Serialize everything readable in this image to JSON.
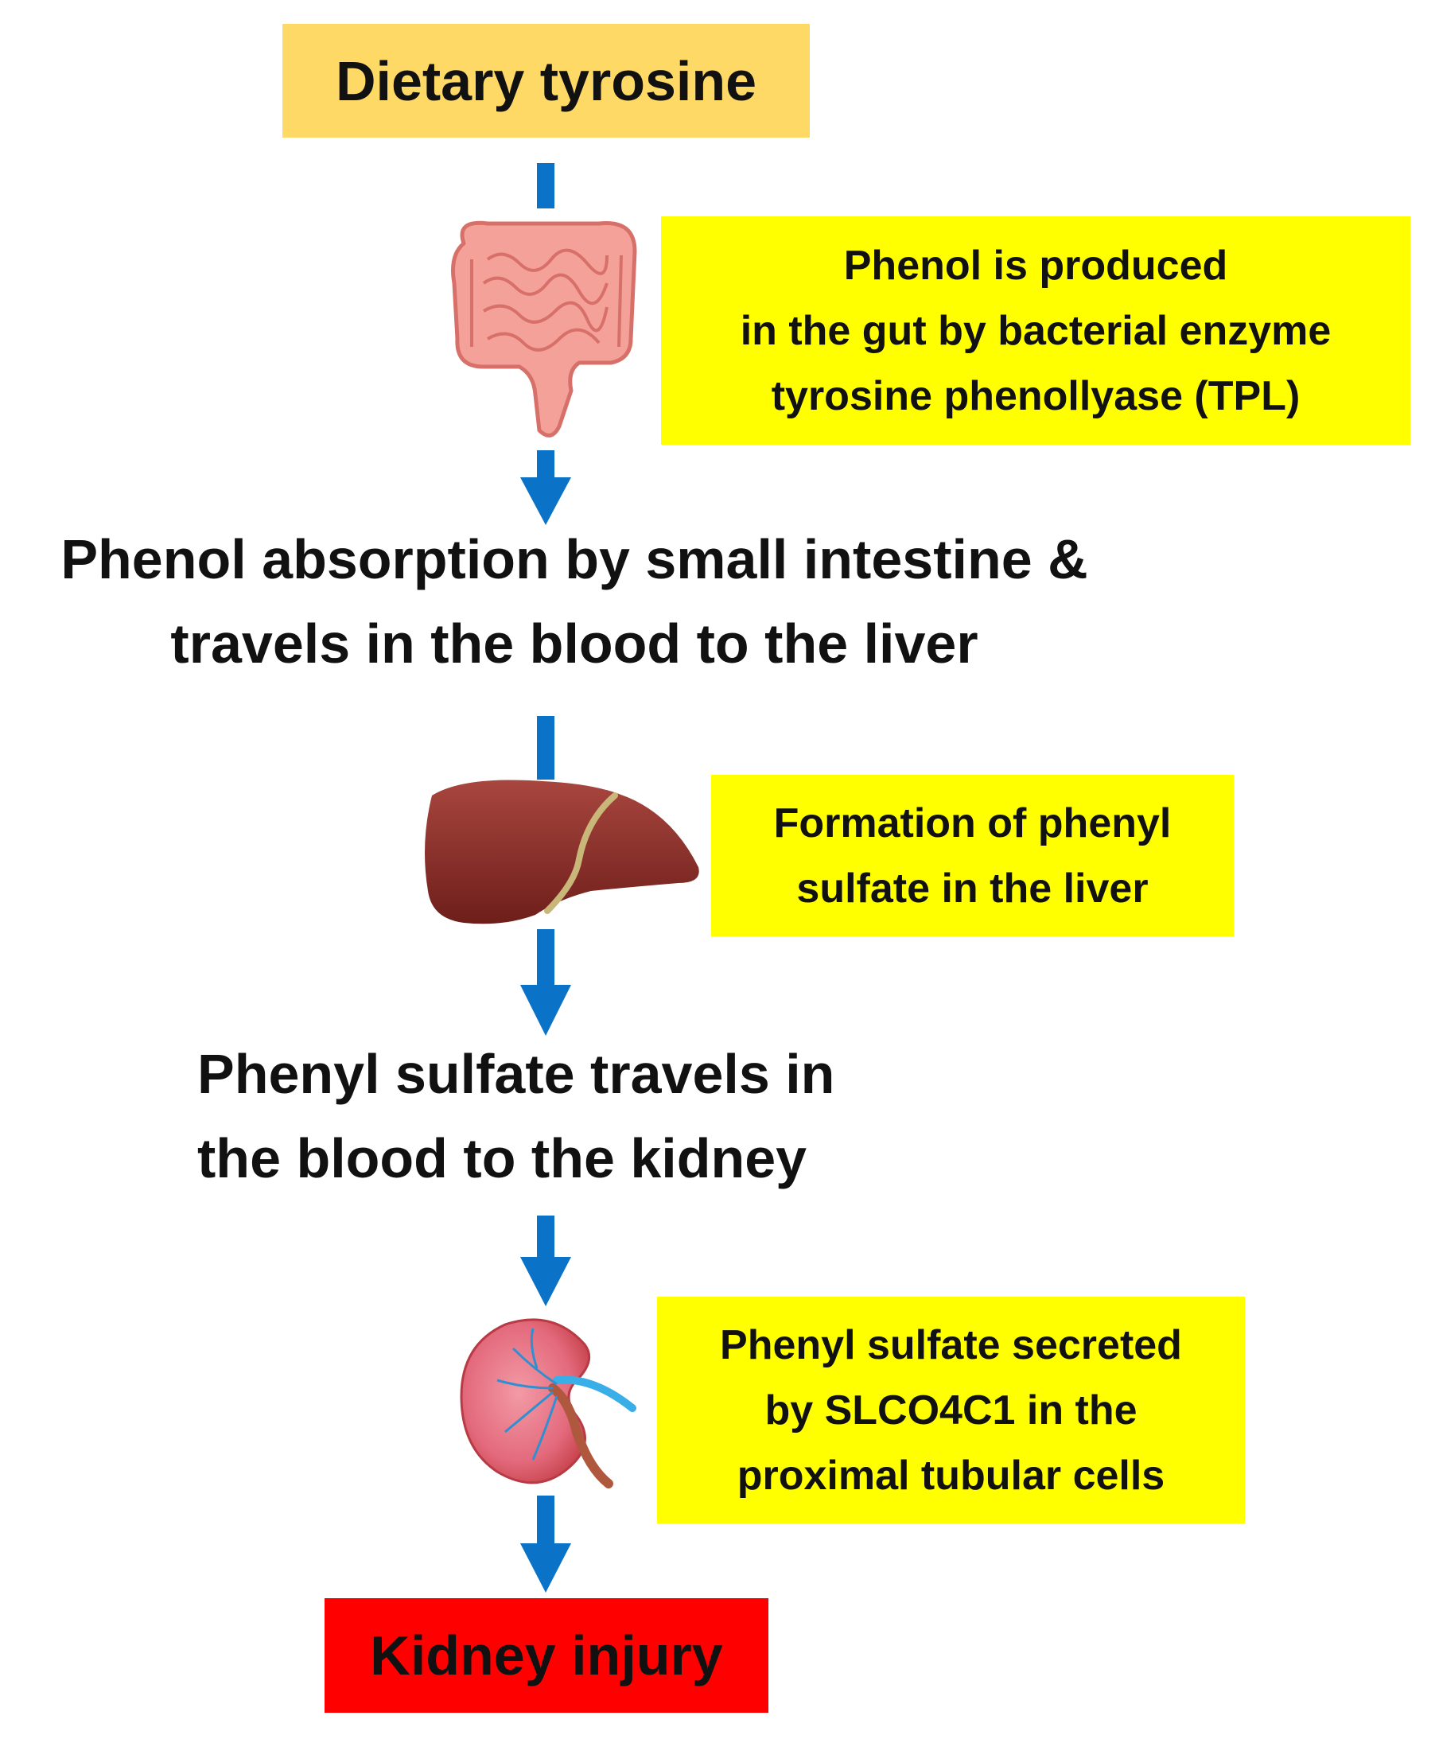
{
  "start_box": {
    "label": "Dietary tyrosine",
    "color": "#ffd966"
  },
  "gut_note": {
    "lines": [
      "Phenol is produced",
      "in the gut by bacterial enzyme",
      "tyrosine phenollyase (TPL)"
    ]
  },
  "step_absorption": {
    "lines": [
      "Phenol absorption by small intestine &",
      "travels in the blood to the liver"
    ]
  },
  "liver_note": {
    "lines": [
      "Formation of phenyl",
      "sulfate in the liver"
    ]
  },
  "step_kidney_transport": {
    "lines": [
      "Phenyl sulfate travels in",
      "the blood to the kidney"
    ]
  },
  "kidney_note": {
    "lines": [
      "Phenyl sulfate secreted",
      "by SLCO4C1 in the",
      "proximal tubular cells"
    ]
  },
  "end_box": {
    "label": "Kidney injury",
    "color": "#ff0000"
  },
  "colors": {
    "arrow": "#0a73c8",
    "note_bg": "#ffff00"
  },
  "icons": [
    "intestine-icon",
    "liver-icon",
    "kidney-icon"
  ]
}
